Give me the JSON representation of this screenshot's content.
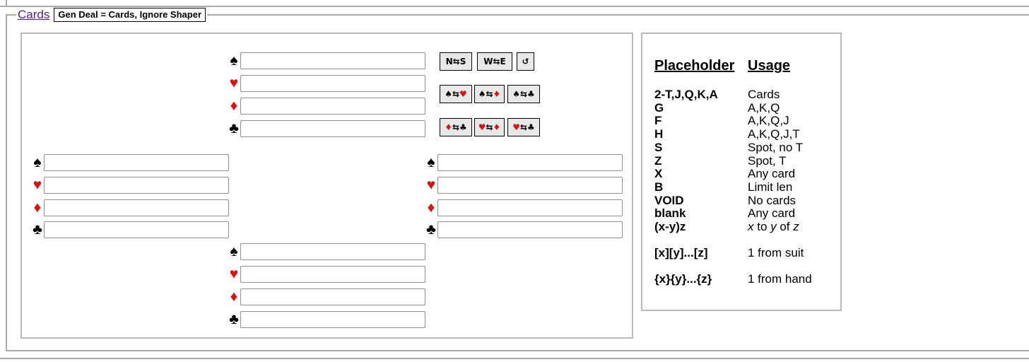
{
  "legend": {
    "link_label": "Cards",
    "gen_deal_label": "Gen Deal = Cards, Ignore Shaper"
  },
  "suits": {
    "spade": "♠",
    "heart": "♥",
    "diamond": "♦",
    "club": "♣"
  },
  "colors": {
    "red_suit": "#e01010",
    "legend_link": "#551a8b"
  },
  "hands": {
    "north": {
      "spades": "",
      "hearts": "",
      "diamonds": "",
      "clubs": ""
    },
    "west": {
      "spades": "",
      "hearts": "",
      "diamonds": "",
      "clubs": ""
    },
    "east": {
      "spades": "",
      "hearts": "",
      "diamonds": "",
      "clubs": ""
    },
    "south": {
      "spades": "",
      "hearts": "",
      "diamonds": "",
      "clubs": ""
    }
  },
  "swap_buttons": {
    "ns": {
      "left": "N",
      "arrow": "⇆",
      "right": "S"
    },
    "we": {
      "left": "W",
      "arrow": "⇆",
      "right": "E"
    },
    "rotate": "↺",
    "suit_swaps": [
      {
        "left": "♠",
        "arrow": "⇆",
        "right": "♥"
      },
      {
        "left": "♠",
        "arrow": "⇆",
        "right": "♦"
      },
      {
        "left": "♠",
        "arrow": "⇆",
        "right": "♣"
      },
      {
        "left": "♦",
        "arrow": "⇆",
        "right": "♣"
      },
      {
        "left": "♥",
        "arrow": "⇆",
        "right": "♦"
      },
      {
        "left": "♥",
        "arrow": "⇆",
        "right": "♣"
      }
    ]
  },
  "help": {
    "header_placeholder": "Placeholder",
    "header_usage": "Usage",
    "rows": [
      {
        "placeholder": "2-T,J,Q,K,A",
        "usage": "Cards"
      },
      {
        "placeholder": "G",
        "usage": "A,K,Q"
      },
      {
        "placeholder": "F",
        "usage": "A,K,Q,J"
      },
      {
        "placeholder": "H",
        "usage": "A,K,Q,J,T"
      },
      {
        "placeholder": "S",
        "usage": "Spot, no T"
      },
      {
        "placeholder": "Z",
        "usage": "Spot, T"
      },
      {
        "placeholder": "X",
        "usage": "Any card"
      },
      {
        "placeholder": "B",
        "usage": "Limit len"
      },
      {
        "placeholder": "VOID",
        "usage": "No cards"
      },
      {
        "placeholder": "blank",
        "usage": "Any card"
      },
      {
        "placeholder": "(x-y)z",
        "usage_parts": [
          "x",
          " to ",
          "y",
          " of ",
          "z"
        ]
      },
      {
        "placeholder": "[x][y]...[z]",
        "usage": "1 from suit"
      },
      {
        "placeholder": "{x}{y}...{z}",
        "usage": "1 from hand"
      }
    ]
  }
}
